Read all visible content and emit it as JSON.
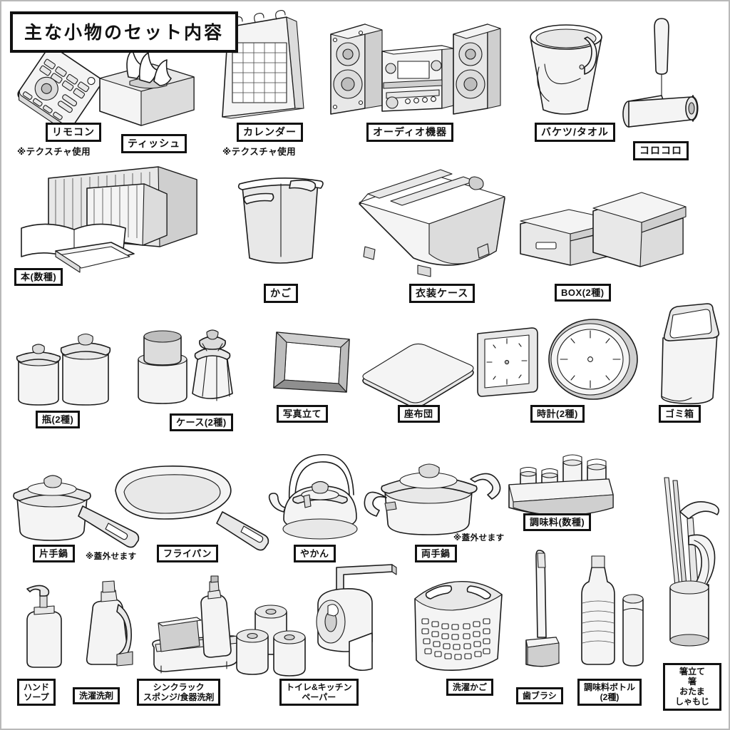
{
  "sheet": {
    "title": "主な小物のセット内容",
    "background_color": "#ffffff",
    "ink_color": "#1b1b1b",
    "border_color": "#b9b9b9"
  },
  "notes": {
    "texture_note": "※テクスチャ使用",
    "lid_note": "※蓋外せます"
  },
  "rows": [
    {
      "row": 1,
      "items": [
        {
          "id": "remote",
          "label": "リモコン",
          "note": "※テクスチャ使用"
        },
        {
          "id": "tissue",
          "label": "ティッシュ",
          "note": ""
        },
        {
          "id": "calendar",
          "label": "カレンダー",
          "note": "※テクスチャ使用"
        },
        {
          "id": "audio",
          "label": "オーディオ機器",
          "note": ""
        },
        {
          "id": "bucket",
          "label": "バケツ/タオル",
          "note": ""
        },
        {
          "id": "roller",
          "label": "コロコロ",
          "note": ""
        }
      ]
    },
    {
      "row": 2,
      "items": [
        {
          "id": "books",
          "label": "本(数種)",
          "note": ""
        },
        {
          "id": "basket",
          "label": "かご",
          "note": ""
        },
        {
          "id": "clothescase",
          "label": "衣装ケース",
          "note": ""
        },
        {
          "id": "box",
          "label": "BOX(2種)",
          "note": ""
        }
      ]
    },
    {
      "row": 3,
      "items": [
        {
          "id": "jars",
          "label": "瓶(2種)",
          "note": ""
        },
        {
          "id": "cases",
          "label": "ケース(2種)",
          "note": ""
        },
        {
          "id": "frame",
          "label": "写真立て",
          "note": ""
        },
        {
          "id": "cushion",
          "label": "座布団",
          "note": ""
        },
        {
          "id": "clocks",
          "label": "時計(2種)",
          "note": ""
        },
        {
          "id": "trash",
          "label": "ゴミ箱",
          "note": ""
        }
      ]
    },
    {
      "row": 4,
      "items": [
        {
          "id": "saucepan",
          "label": "片手鍋",
          "note": "※蓋外せます"
        },
        {
          "id": "fryingpan",
          "label": "フライパン",
          "note": ""
        },
        {
          "id": "kettle",
          "label": "やかん",
          "note": ""
        },
        {
          "id": "pot",
          "label": "両手鍋",
          "note": "※蓋外せます"
        },
        {
          "id": "seasoning",
          "label": "調味料(数種)",
          "note": ""
        }
      ]
    },
    {
      "row": 5,
      "items": [
        {
          "id": "handsoap",
          "label": "ハンド\nソープ",
          "note": ""
        },
        {
          "id": "detergent",
          "label": "洗濯洗剤",
          "note": ""
        },
        {
          "id": "sinkrack",
          "label": "シンクラック\nスポンジ/食器洗剤",
          "note": ""
        },
        {
          "id": "paper",
          "label": "トイレ&キッチン\nペーパー",
          "note": ""
        },
        {
          "id": "laundry",
          "label": "洗濯かご",
          "note": ""
        },
        {
          "id": "toothbrush",
          "label": "歯ブラシ",
          "note": ""
        },
        {
          "id": "bottles",
          "label": "調味料ボトル\n(2種)",
          "note": ""
        },
        {
          "id": "chopstick",
          "label": "箸立て\n箸\nおたま\nしゃもじ",
          "note": ""
        }
      ]
    }
  ]
}
